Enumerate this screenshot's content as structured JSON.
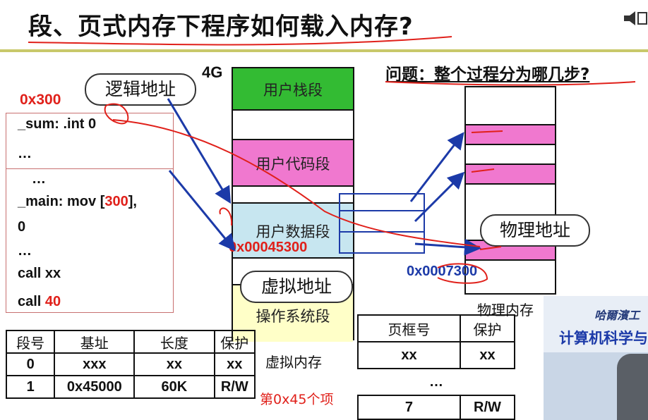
{
  "slide": {
    "title": "段、页式内存下程序如何载入内存?",
    "question": "问题：整个过程分为哪几步?"
  },
  "virtual_memory": {
    "top_label": "4G",
    "segments": [
      {
        "label": "用户栈段",
        "color": "#33bb33"
      },
      {
        "label": "",
        "color": "#ffffff"
      },
      {
        "label": "用户代码段",
        "color": "#f078cf"
      },
      {
        "label": "",
        "color": "#ffffff"
      },
      {
        "label": "用户数据段",
        "color": "#c7e6f0"
      },
      {
        "label": "",
        "color": "#ffffff"
      },
      {
        "label": "操作系统段",
        "color": "#ffffc8"
      }
    ],
    "address": "0x00045300",
    "caption": "虚拟内存",
    "callout": "虚拟地址"
  },
  "program": {
    "address": "0x300",
    "callout": "逻辑地址",
    "lines": [
      {
        "text": "_sum:  .int  0"
      },
      {
        "text": "…"
      },
      {
        "text": "…"
      },
      {
        "text_a": "_main: mov [",
        "text_b": "300",
        "text_c": "],"
      },
      {
        "text": "0"
      },
      {
        "text": "…"
      },
      {
        "text": "call xx"
      },
      {
        "text_a": "call ",
        "text_b": "40"
      }
    ]
  },
  "segment_table": {
    "headers": [
      "段号",
      "基址",
      "长度",
      "保护"
    ],
    "rows": [
      [
        "0",
        "xxx",
        "xx",
        "xx"
      ],
      [
        "1",
        "0x45000",
        "60K",
        "R/W"
      ]
    ]
  },
  "page_table": {
    "headers": [
      "页框号",
      "保护"
    ],
    "rows": [
      [
        "xx",
        "xx"
      ],
      [
        "…",
        ""
      ],
      [
        "7",
        "R/W"
      ]
    ],
    "entry_note": "第0x45个项"
  },
  "physical_memory": {
    "caption": "物理内存",
    "address": "0x0007300",
    "callout": "物理地址"
  },
  "webcam": {
    "banner_line1": "哈爾濱工",
    "banner_line2": "计算机科学与"
  },
  "colors": {
    "accent_red": "#e0201a",
    "address_blue": "#1c3aa8",
    "pink_segment": "#f078cf",
    "green_segment": "#33bb33",
    "title_bar": "#c8c86a"
  }
}
